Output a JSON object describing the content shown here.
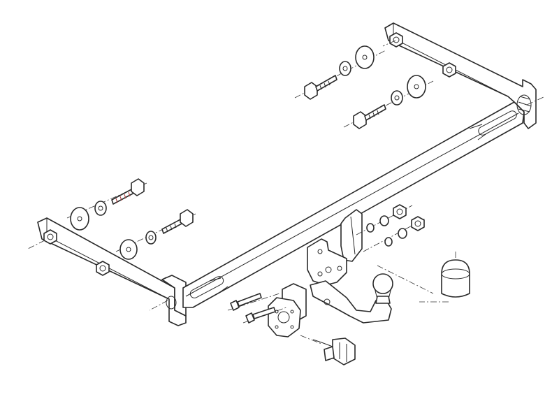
{
  "diagram": {
    "kind": "exploded-assembly-drawing",
    "labels": [],
    "colors": {
      "line": "#2a2a2a",
      "background": "#ffffff",
      "thread_highlight": "#b04040"
    },
    "parts": [
      {
        "id": "crossbar",
        "icon": "tow-bar-crossbeam-icon"
      },
      {
        "id": "left-bracket",
        "icon": "mounting-bracket-icon"
      },
      {
        "id": "right-bracket",
        "icon": "mounting-bracket-icon"
      },
      {
        "id": "tow-ball-neck",
        "icon": "tow-ball-icon"
      },
      {
        "id": "ball-cap",
        "icon": "cap-icon"
      },
      {
        "id": "socket-plate",
        "icon": "socket-plate-icon"
      },
      {
        "id": "electrical-connector",
        "icon": "connector-icon"
      },
      {
        "id": "bolt-set-left",
        "icon": "bolt-icon"
      },
      {
        "id": "bolt-set-right",
        "icon": "bolt-icon"
      },
      {
        "id": "nut-set-center",
        "icon": "nut-icon"
      }
    ]
  }
}
